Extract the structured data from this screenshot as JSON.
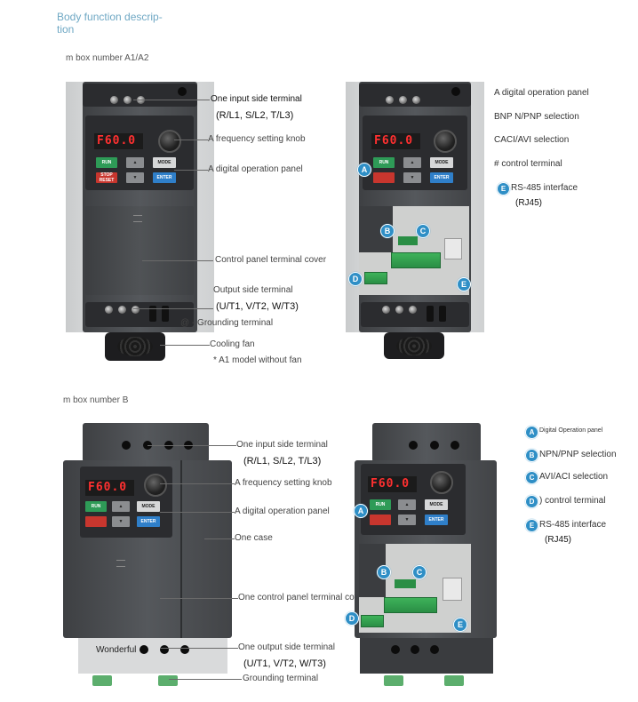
{
  "page": {
    "title": "Body function description",
    "title_line1": "Body function descrip-",
    "title_line2": "tion"
  },
  "section_a": {
    "heading": "m box number A1/A2",
    "left_device": {
      "lcd": "F60.0",
      "keys": {
        "run": "RUN",
        "mode": "MODE",
        "stop": "STOP RESET",
        "enter": "ENTER"
      },
      "labels": {
        "input_terminal": "One input side terminal",
        "input_terminal_codes": "(R/L1, S/L2, T/L3)",
        "knob": "A frequency setting knob",
        "digital_panel": "A digital operation panel",
        "cover": "Control panel terminal cover",
        "output_terminal": "Output side terminal",
        "output_terminal_codes": "(U/T1, V/T2, W/T3)",
        "grounding": "@ - Grounding terminal",
        "fan": "Cooling fan",
        "fan_note": "* A1 model without fan"
      }
    },
    "right_device": {
      "lcd": "F60.0",
      "keys": {
        "run": "RUN",
        "mode": "MODE",
        "enter": "ENTER"
      },
      "legend": [
        {
          "text": "A digital operation panel"
        },
        {
          "text": "BNP N/PNP selection"
        },
        {
          "text": "CACI/AVI selection"
        },
        {
          "text": "# control terminal"
        },
        {
          "badge": "E",
          "text": "RS-485 interface",
          "sub": "(RJ45)"
        }
      ],
      "badges": [
        "A",
        "B",
        "C",
        "D",
        "E"
      ]
    }
  },
  "section_b": {
    "heading": "m box number B",
    "left_device": {
      "lcd": "F60.0",
      "keys": {
        "run": "RUN",
        "mode": "MODE",
        "enter": "ENTER"
      },
      "labels": {
        "input_terminal": "One input side terminal",
        "input_terminal_codes": "(R/L1, S/L2, T/L3)",
        "knob": "A frequency setting knob",
        "digital_panel": "A digital operation panel",
        "case": "One case",
        "cover": "One control panel terminal cover",
        "wonderful": "Wonderful",
        "output_terminal": "One output side terminal",
        "output_terminal_codes": "(U/T1, V/T2, W/T3)",
        "grounding": "Grounding terminal"
      }
    },
    "right_device": {
      "lcd": "F60.0",
      "keys": {
        "run": "RUN",
        "mode": "MODE",
        "enter": "ENTER"
      },
      "legend": [
        {
          "badge": "A",
          "text": "Digital Operation panel"
        },
        {
          "badge": "B",
          "text": "NPN/PNP selection"
        },
        {
          "badge": "C",
          "text": "AVI/ACI selection"
        },
        {
          "badge": "D",
          "text": ") control terminal"
        },
        {
          "badge": "E",
          "text": "RS-485 interface",
          "sub": "(RJ45)"
        }
      ],
      "badges": [
        "A",
        "B",
        "C",
        "D",
        "E"
      ]
    }
  },
  "colors": {
    "accent": "#2f8fc6",
    "title": "#6fa8c4",
    "lcd": "#ff3030",
    "run": "#2e9b57",
    "stop": "#c8362e",
    "enter": "#2f7fc9"
  }
}
